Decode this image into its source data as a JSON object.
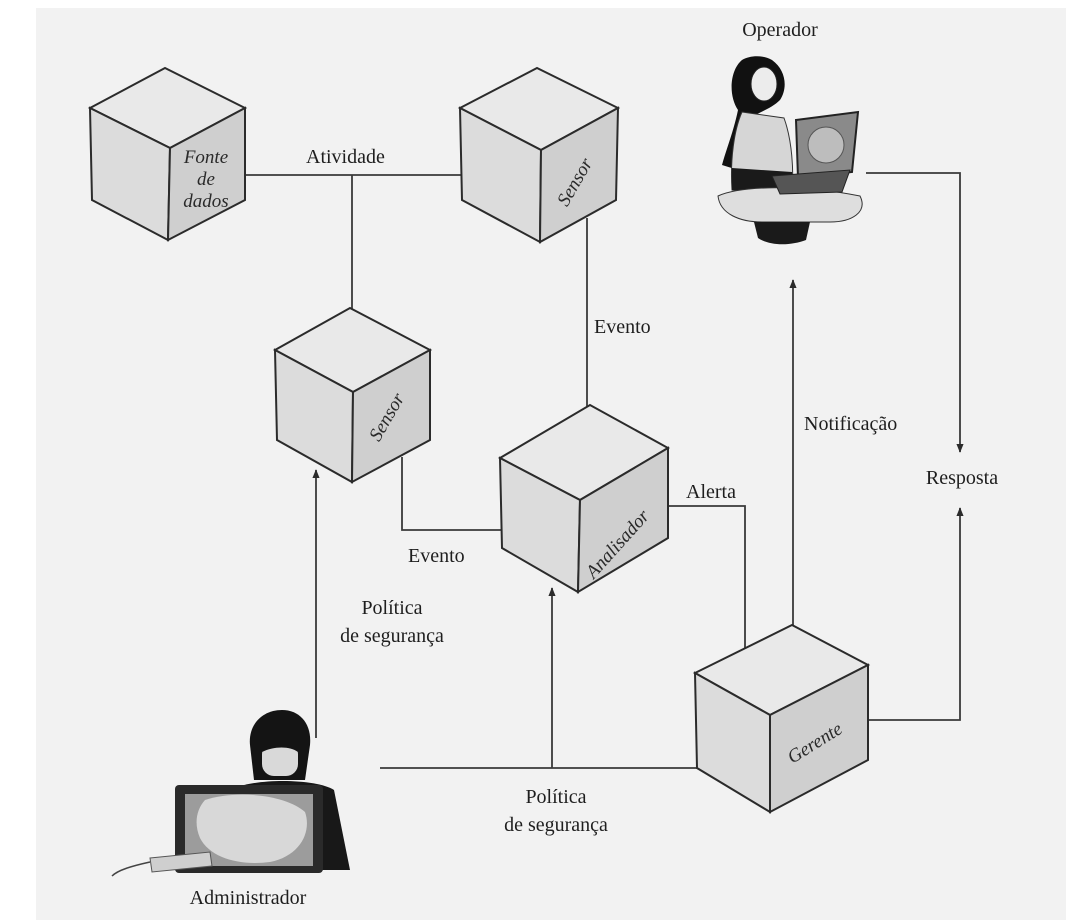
{
  "nodes": {
    "fonte_de_dados": [
      "Fonte",
      "de",
      "dados"
    ],
    "sensor_top": "Sensor",
    "sensor_left": "Sensor",
    "analisador": "Analisador",
    "gerente": "Gerente"
  },
  "actors": {
    "operador": "Operador",
    "administrador": "Administrador"
  },
  "edges": {
    "atividade": "Atividade",
    "evento_right": "Evento",
    "evento_left": "Evento",
    "alerta": "Alerta",
    "notificacao": "Notificação",
    "resposta": "Resposta",
    "politica_left": [
      "Política",
      "de segurança"
    ],
    "politica_bottom": [
      "Política",
      "de segurança"
    ]
  },
  "colors": {
    "background": "#f2f2f2",
    "cube_top": "#e9e9e9",
    "cube_left": "#dcdcdc",
    "cube_right": "#cfcfcf",
    "stroke": "#2b2b2b"
  }
}
